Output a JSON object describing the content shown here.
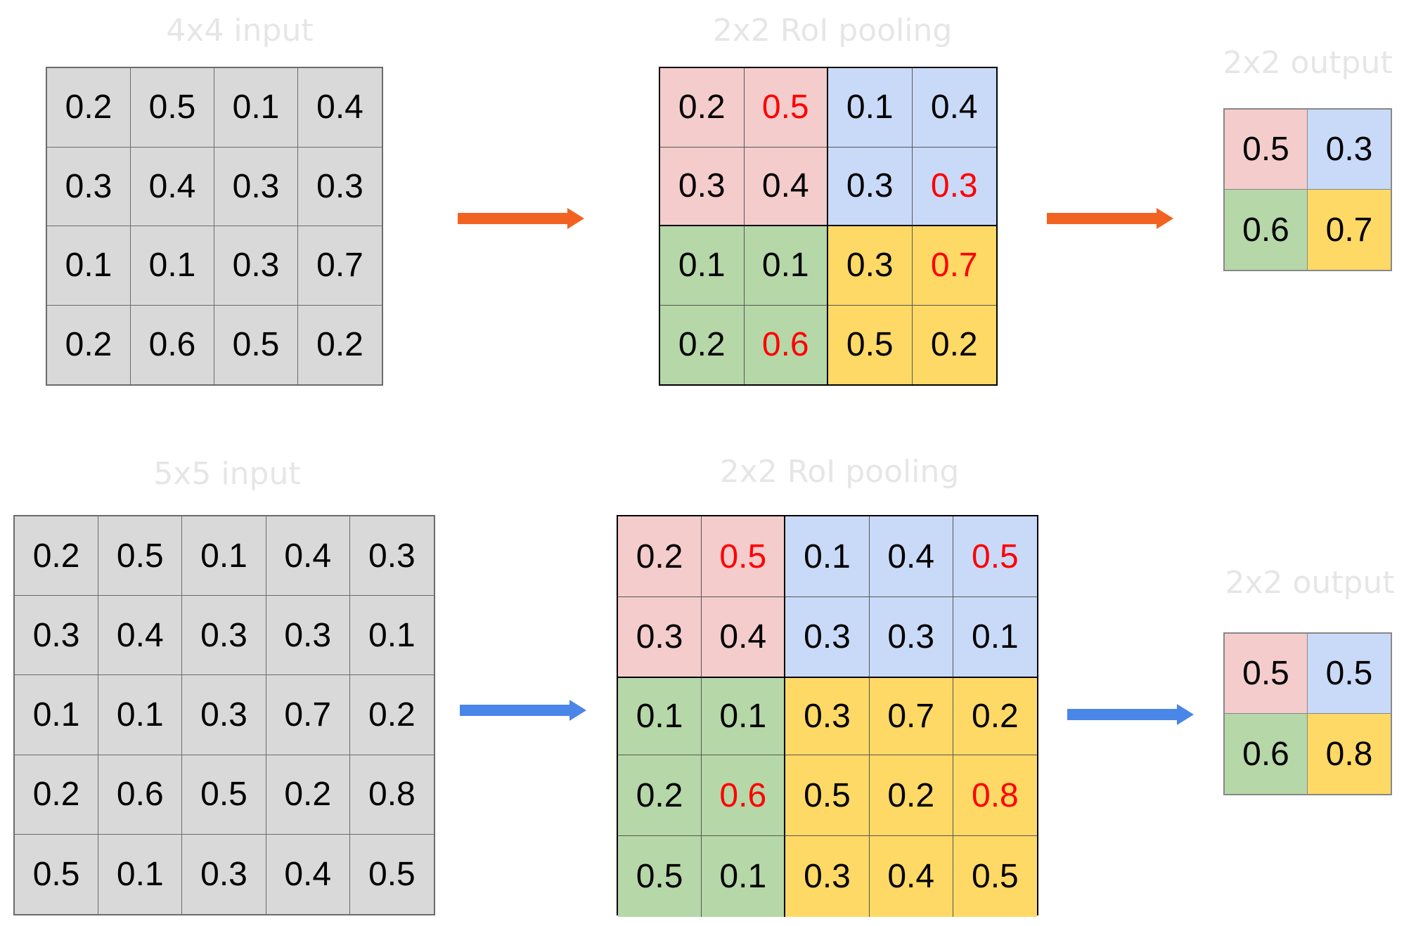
{
  "top": {
    "input_label": "4x4 input",
    "pool_label": "2x2 RoI pooling",
    "output_label": "2x2 output",
    "input_grid": [
      [
        "0.2",
        "0.5",
        "0.1",
        "0.4"
      ],
      [
        "0.3",
        "0.4",
        "0.3",
        "0.3"
      ],
      [
        "0.1",
        "0.1",
        "0.3",
        "0.7"
      ],
      [
        "0.2",
        "0.6",
        "0.5",
        "0.2"
      ]
    ],
    "pool_grid": [
      [
        "0.2",
        "0.5",
        "0.1",
        "0.4"
      ],
      [
        "0.3",
        "0.4",
        "0.3",
        "0.3"
      ],
      [
        "0.1",
        "0.1",
        "0.3",
        "0.7"
      ],
      [
        "0.2",
        "0.6",
        "0.5",
        "0.2"
      ]
    ],
    "output_grid": [
      [
        "0.5",
        "0.3"
      ],
      [
        "0.6",
        "0.7"
      ]
    ],
    "arrow_color": "#f26322"
  },
  "bottom": {
    "input_label": "5x5 input",
    "pool_label": "2x2 RoI pooling",
    "output_label": "2x2 output",
    "input_grid": [
      [
        "0.2",
        "0.5",
        "0.1",
        "0.4",
        "0.3"
      ],
      [
        "0.3",
        "0.4",
        "0.3",
        "0.3",
        "0.1"
      ],
      [
        "0.1",
        "0.1",
        "0.3",
        "0.7",
        "0.2"
      ],
      [
        "0.2",
        "0.6",
        "0.5",
        "0.2",
        "0.8"
      ],
      [
        "0.5",
        "0.1",
        "0.3",
        "0.4",
        "0.5"
      ]
    ],
    "pool_grid": [
      [
        "0.2",
        "0.5",
        "0.1",
        "0.4",
        "0.5"
      ],
      [
        "0.3",
        "0.4",
        "0.3",
        "0.3",
        "0.1"
      ],
      [
        "0.1",
        "0.1",
        "0.3",
        "0.7",
        "0.2"
      ],
      [
        "0.2",
        "0.6",
        "0.5",
        "0.2",
        "0.8"
      ],
      [
        "0.5",
        "0.1",
        "0.3",
        "0.4",
        "0.5"
      ]
    ],
    "output_grid": [
      [
        "0.5",
        "0.5"
      ],
      [
        "0.6",
        "0.8"
      ]
    ],
    "arrow_color": "#4a86e8"
  },
  "colors": {
    "red_region": "#f4cccc",
    "blue_region": "#c9daf8",
    "green_region": "#b6d7a8",
    "yellow_region": "#ffd966",
    "max_value_text": "#ff0000",
    "input_cell": "#d9d9d9"
  }
}
